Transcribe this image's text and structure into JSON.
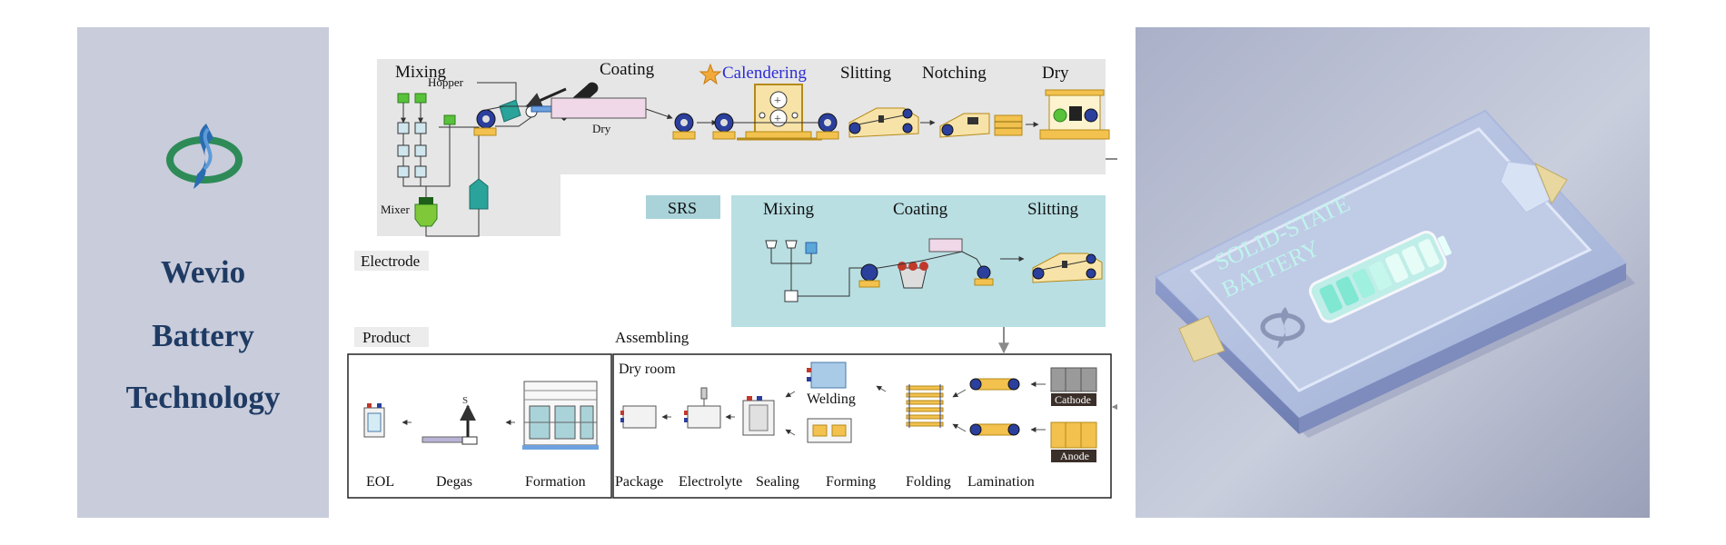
{
  "brand": {
    "lines": [
      "Wevio",
      "Battery",
      "Technology"
    ],
    "colors": {
      "panel": "#c8ccdb",
      "text": "#1f3b63",
      "logo_blue": "#2b6cb0",
      "logo_green": "#2e8b57"
    }
  },
  "diagram": {
    "electrode": {
      "section_label": "Electrode",
      "steps": [
        "Mixing",
        "Coating",
        "Calendering",
        "Slitting",
        "Notching",
        "Dry"
      ],
      "highlighted_step": "Calendering",
      "labels": {
        "hopper": "Hopper",
        "mixer": "Mixer",
        "dry": "Dry"
      }
    },
    "srs": {
      "section_label": "SRS",
      "steps": [
        "Mixing",
        "Coating",
        "Slitting"
      ]
    },
    "product": {
      "section_label": "Product",
      "steps": [
        "EOL",
        "Degas",
        "Formation"
      ]
    },
    "assembling": {
      "section_label": "Assembling",
      "dry_room": "Dry room",
      "steps": [
        "Package",
        "Electrolyte",
        "Sealing",
        "Forming",
        "Folding",
        "Lamination"
      ],
      "welding": "Welding",
      "materials": [
        "Cathode",
        "Anode"
      ]
    },
    "colors": {
      "gray_bg": "#e6e6e6",
      "teal_bg": "#b9dfe3",
      "srs_box": "#a9d3d9",
      "calendering": "#2d2dd6",
      "label_bg": "#ececec"
    }
  },
  "battery_image": {
    "printed_text": [
      "SOLID-STATE",
      "BATTERY"
    ]
  }
}
